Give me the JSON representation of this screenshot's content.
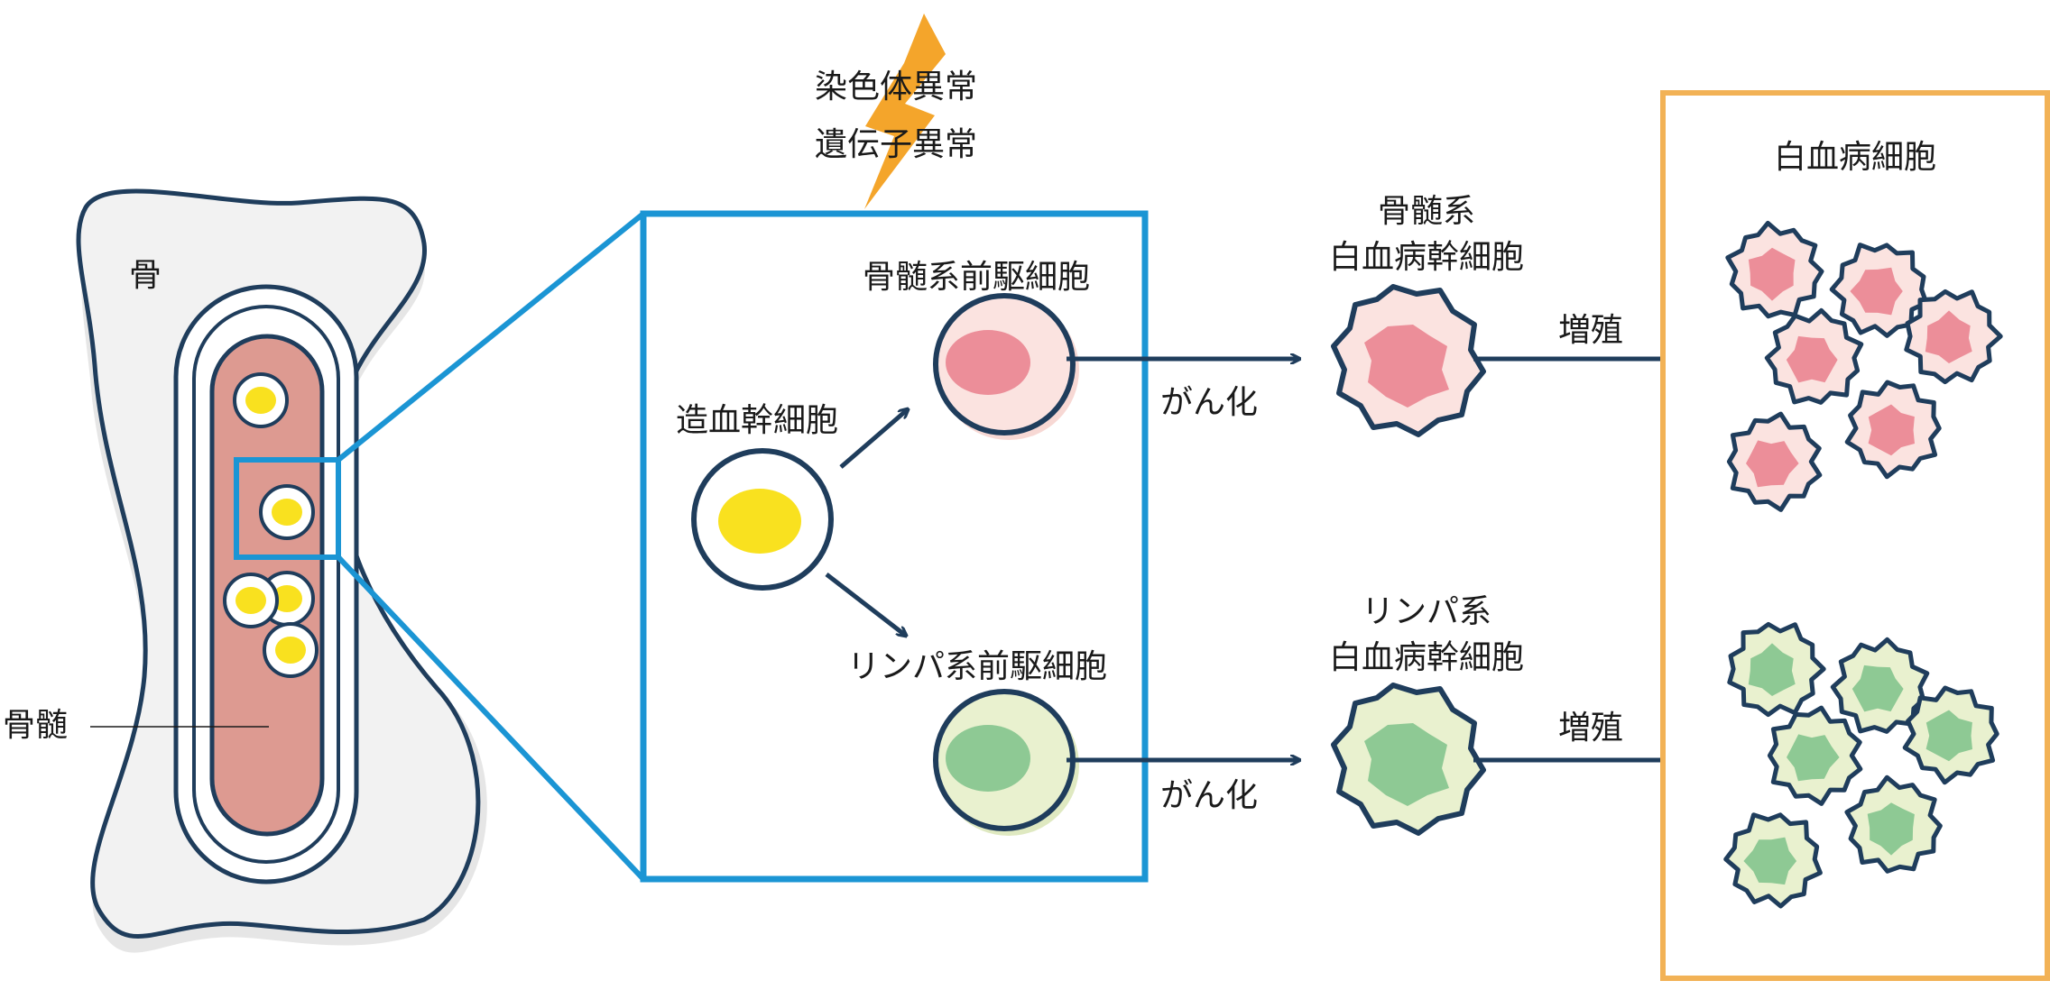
{
  "labels": {
    "bone": "骨",
    "marrow": "骨髄",
    "trigger_line1": "染色体異常",
    "trigger_line2": "遺伝子異常",
    "hsc": "造血幹細胞",
    "myeloid_progenitor": "骨髄系前駆細胞",
    "lymphoid_progenitor": "リンパ系前駆細胞",
    "canceration_top": "がん化",
    "canceration_bottom": "がん化",
    "myeloid_lsc_line1": "骨髄系",
    "myeloid_lsc_line2": "白血病幹細胞",
    "lymphoid_lsc_line1": "リンパ系",
    "lymphoid_lsc_line2": "白血病幹細胞",
    "proliferation_top": "増殖",
    "proliferation_bottom": "増殖",
    "leukemia_cells": "白血病細胞"
  },
  "colors": {
    "outline": "#1f3d5c",
    "blue_frame": "#1b95d4",
    "orange_frame": "#f2b256",
    "bone_fill": "#f2f2f2",
    "marrow_fill": "#dd9a91",
    "yellow": "#f9e11f",
    "pink_cell_bg": "#fbe3e0",
    "pink_nucleus": "#ec8e99",
    "green_cell_bg": "#e9f1cf",
    "green_nucleus": "#8ec994",
    "lightning": "#f4a52b"
  }
}
